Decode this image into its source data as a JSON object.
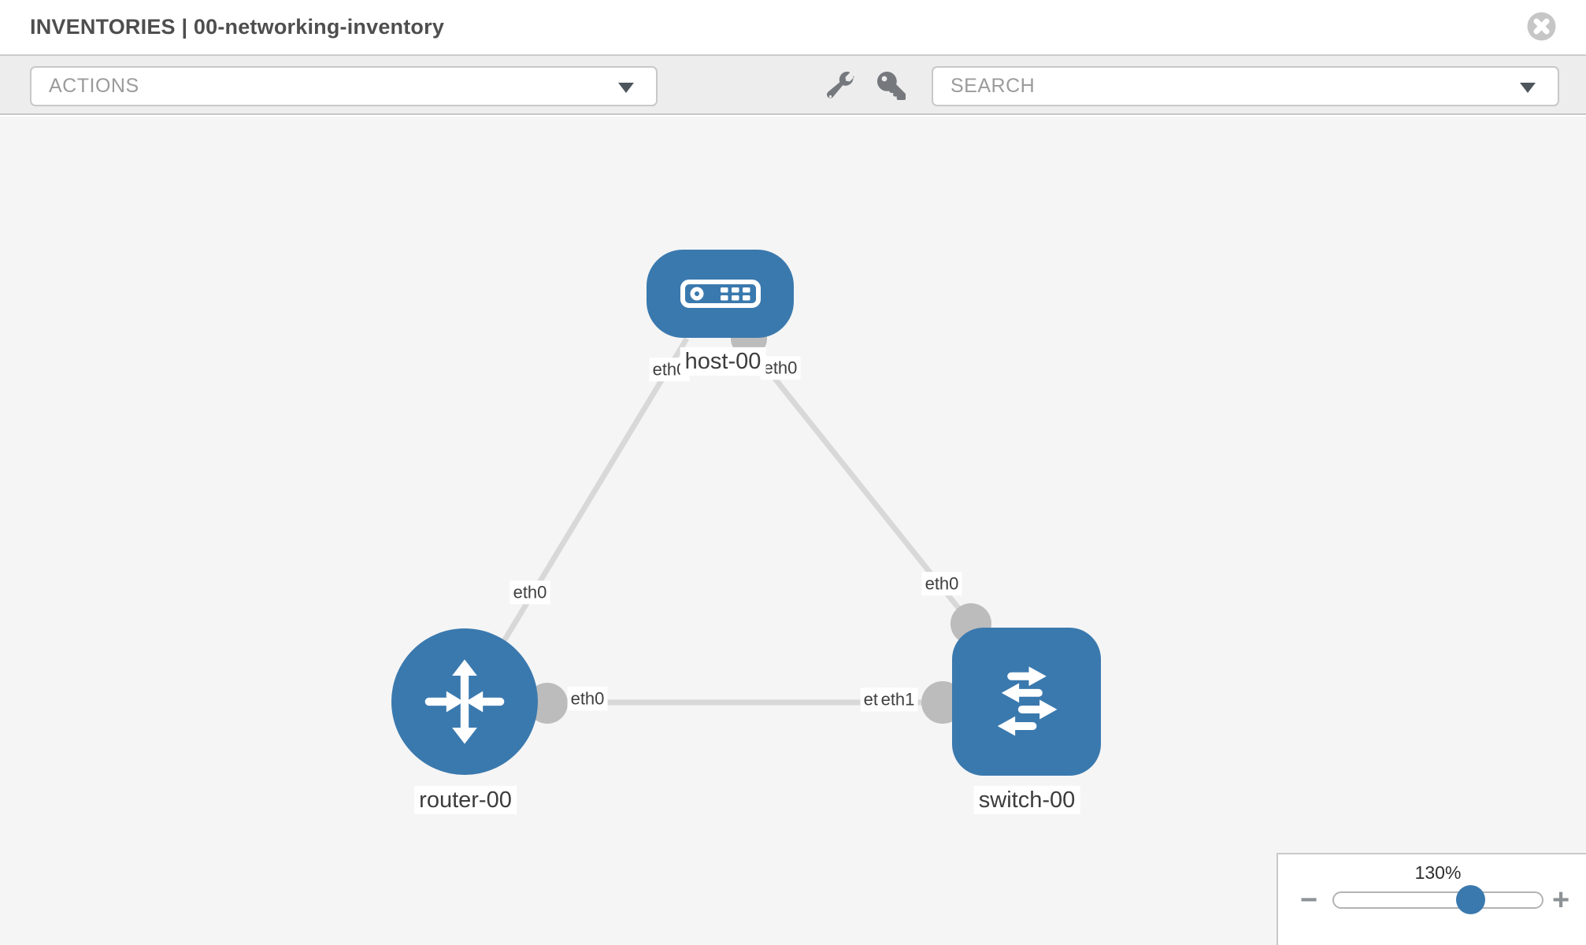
{
  "header": {
    "title": "INVENTORIES | 00-networking-inventory"
  },
  "toolbar": {
    "actions_dropdown": {
      "placeholder": "ACTIONS"
    },
    "search_dropdown": {
      "placeholder": "SEARCH"
    },
    "tools": [
      {
        "icon": "wrench"
      },
      {
        "icon": "key"
      }
    ]
  },
  "canvas": {
    "nodes": [
      {
        "label": "host-00",
        "type": "host"
      },
      {
        "label": "router-00",
        "type": "router"
      },
      {
        "label": "switch-00",
        "type": "switch"
      }
    ],
    "links": [
      {
        "from": "host-00",
        "from_interface": "eth0",
        "to": "router-00",
        "to_interface": "eth0"
      },
      {
        "from": "host-00",
        "from_interface": "eth0",
        "to": "switch-00",
        "to_interface": "eth0"
      },
      {
        "from": "router-00",
        "from_interface": "eth0",
        "to": "switch-00",
        "to_interface": "eth1"
      }
    ],
    "interface_labels": [
      {
        "text": "eth0"
      },
      {
        "text": "eth0"
      },
      {
        "text": "eth0"
      },
      {
        "text": "eth0"
      },
      {
        "text": "eth0"
      },
      {
        "text": "eth0"
      },
      {
        "text": "eth1"
      }
    ]
  },
  "zoom_panel": {
    "level": "130%",
    "zoom_out": "−",
    "zoom_in": "+"
  },
  "colors": {
    "node_blue": "#3a79ae",
    "link_gray": "#d8d8d8",
    "connector_gray": "#bcbcbc",
    "toolbar_gray": "#ededed",
    "canvas_gray": "#f5f5f5"
  }
}
